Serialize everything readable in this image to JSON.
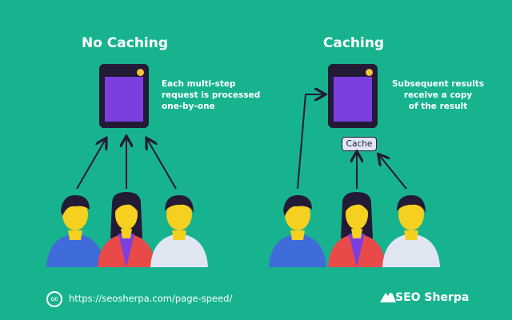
{
  "left_panel": {
    "title": "No Caching",
    "note_lines": [
      "Each multi-step",
      "request is processed",
      "one-by-one"
    ]
  },
  "right_panel": {
    "title": "Caching",
    "note_lines": [
      "Subsequent results",
      "receive a copy",
      "of the result"
    ],
    "cache_label": "Cache"
  },
  "footer": {
    "license_icon": "cc-icon",
    "license_text": "cc",
    "url": "https://seosherpa.com/page-speed/",
    "brand": "SEO Sherpa"
  },
  "colors": {
    "background": "#17b38f",
    "server": "#231a36",
    "screen": "#7b3fe0",
    "led": "#f5c33b",
    "shirt_blue": "#3f6cd9",
    "shirt_red": "#e84a4a",
    "shirt_light": "#dfe6f2",
    "skin": "#f5d020"
  }
}
